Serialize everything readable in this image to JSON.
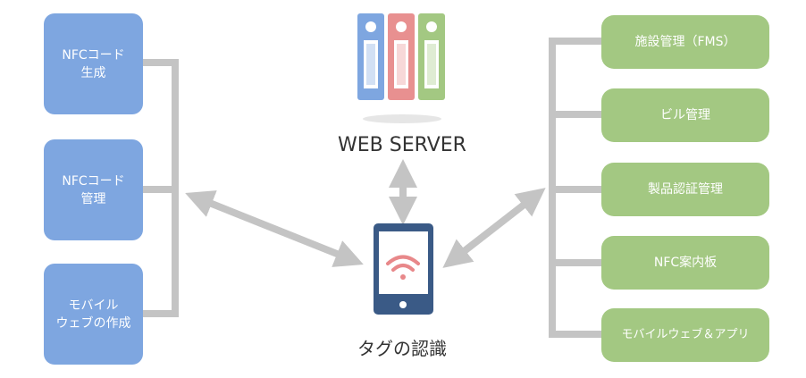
{
  "left_nodes": [
    {
      "label": "NFCコード\n生成"
    },
    {
      "label": "NFCコード\n管理"
    },
    {
      "label": "モバイル\nウェブの作成"
    }
  ],
  "right_nodes": [
    {
      "label": "施設管理（FMS）"
    },
    {
      "label": "ビル管理"
    },
    {
      "label": "製品認証管理"
    },
    {
      "label": "NFC案内板"
    },
    {
      "label": "モバイルウェブ＆アプリ"
    }
  ],
  "server_label": "WEB SERVER",
  "phone_label": "タグの認識",
  "colors": {
    "blue_box": "#7ea6e0",
    "green_box": "#a3c882",
    "connector": "#c4c4c4",
    "server_blue": "#7ea6e0",
    "server_red": "#e89090",
    "server_green": "#a3c882",
    "phone_body": "#3a5a86",
    "wifi": "#e8888a"
  },
  "icons": [
    "server-icon",
    "smartphone-icon",
    "wifi-icon"
  ]
}
